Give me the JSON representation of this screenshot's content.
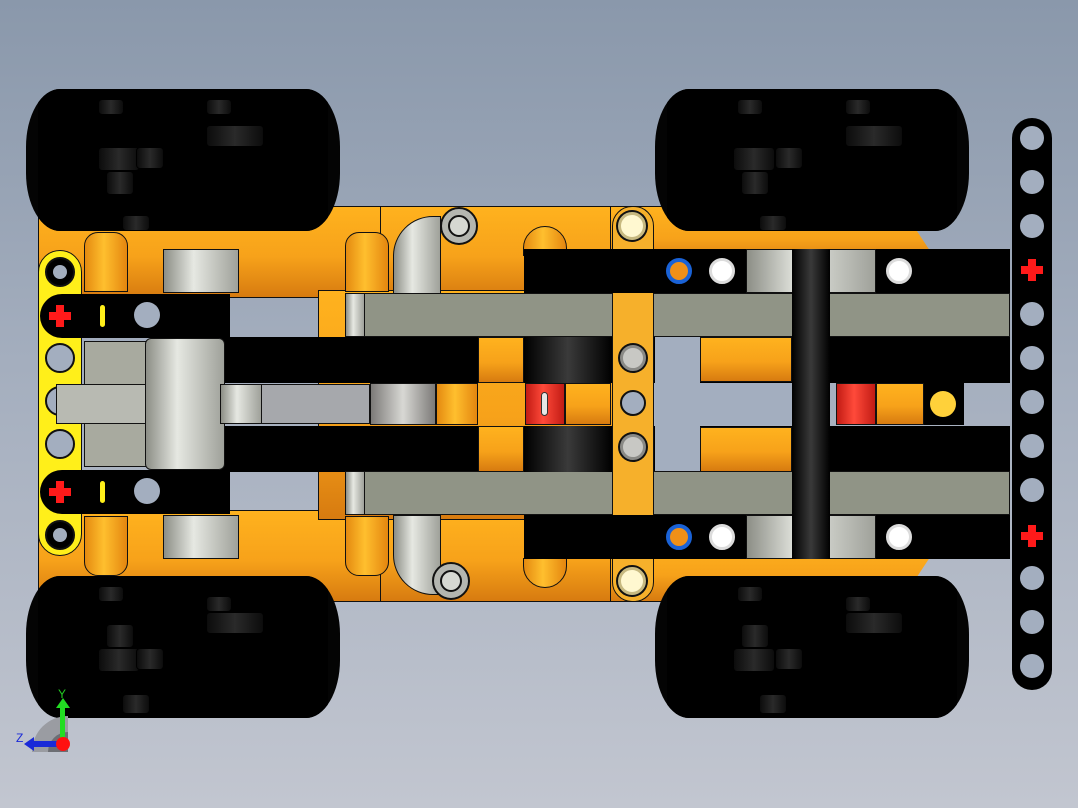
{
  "viewport": {
    "view": "top",
    "model": "technic-vehicle-chassis",
    "background_top": "#8a98ab",
    "background_bottom": "#c2c6d0"
  },
  "triad": {
    "y_label": "Y",
    "z_label": "Z",
    "x_color": "#ff0000",
    "y_color": "#22dd22",
    "z_color": "#1a2ad8"
  },
  "colors": {
    "body_orange": "#f7a21a",
    "frame_yellow": "#ffef1a",
    "beam_grey": "#909486",
    "tire_black": "#040404",
    "axle_red": "#ff1a1a",
    "pin_blue": "#1a62d6"
  },
  "parts": {
    "tires": [
      "front-left",
      "front-right",
      "rear-left",
      "rear-right"
    ],
    "rear_liftarm_holes": 13,
    "front_frame_holes": 7
  }
}
